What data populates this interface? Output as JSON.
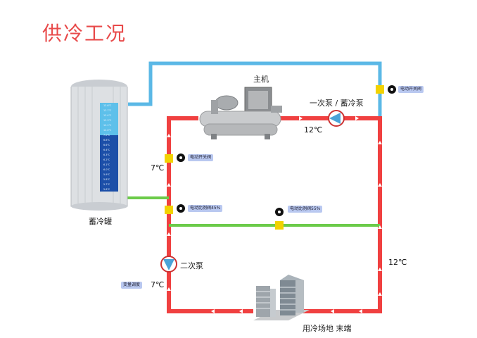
{
  "title": "供冷工况",
  "labels": {
    "chiller": "主机",
    "primary_pump": "一次泵 / 蓄冷泵",
    "tank": "蓄冷罐",
    "secondary_pump": "二次泵",
    "terminal": "用冷场地 末端"
  },
  "temperatures": {
    "chiller_out": "12℃",
    "left_supply": "7℃",
    "right_return": "12℃",
    "bottom_supply": "7℃"
  },
  "valve_tags": {
    "top_right": "电动开关阀",
    "left_upper": "电动开关阀",
    "left_middle": "电动比例阀45%",
    "center": "电动比例阀55%",
    "pump_left": "变量调度"
  },
  "tank_levels": [
    "13.6℃",
    "12.7℃",
    "12.4℃",
    "12.3℃",
    "12.1℃",
    "12.0℃",
    "7.0℃",
    "6.8℃",
    "6.6℃",
    "6.4℃",
    "6.3℃",
    "6.2℃",
    "6.1℃",
    "6.0℃",
    "5.9℃",
    "5.8℃",
    "5.7℃",
    "5.6℃"
  ],
  "colors": {
    "supply": "#f04040",
    "return": "#5bb8e6",
    "bypass": "#6ccb4a",
    "valve": "#f2d200"
  }
}
